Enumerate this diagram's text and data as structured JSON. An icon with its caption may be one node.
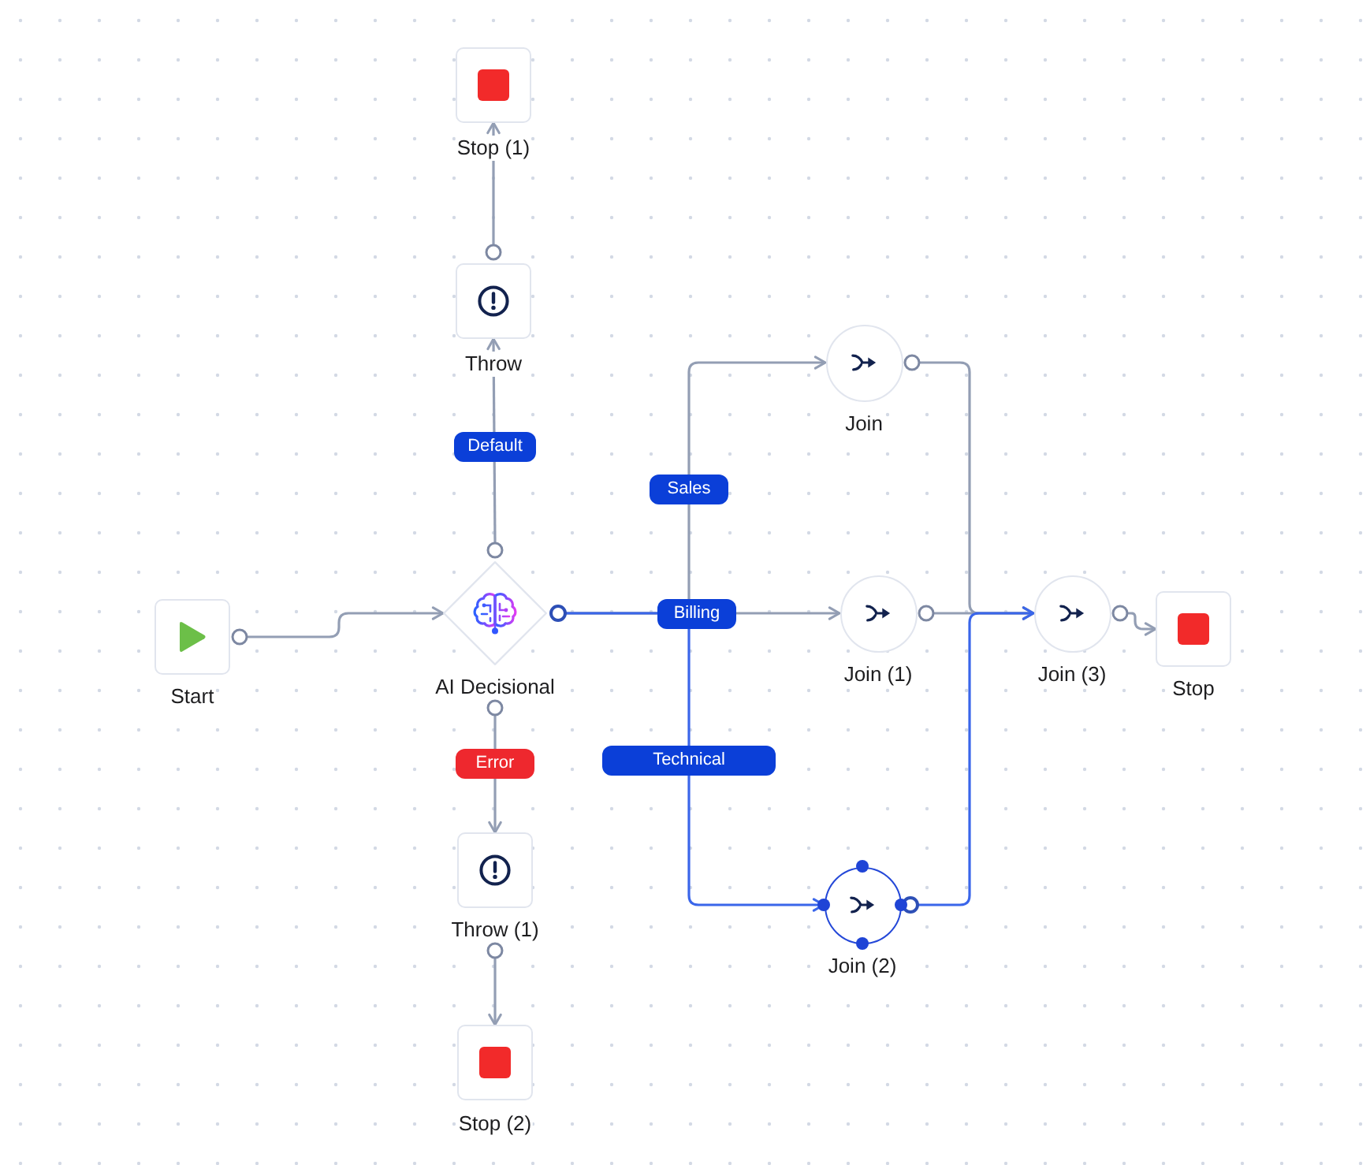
{
  "diagram": {
    "nodes": [
      {
        "text": [
          "Start"
        ]
      },
      {
        "text": [
          "AI Decisional"
        ]
      },
      {
        "text": [
          "Throw"
        ]
      },
      {
        "text": [
          "Stop (1)"
        ]
      },
      {
        "text": [
          "Throw (1)"
        ]
      },
      {
        "text": [
          "Stop (2)"
        ]
      },
      {
        "text": [
          "Join"
        ]
      },
      {
        "text": [
          "Join (1)"
        ]
      },
      {
        "text": [
          "Join (2)"
        ]
      },
      {
        "text": [
          "Join (3)"
        ]
      },
      {
        "text": [
          "Stop"
        ]
      }
    ],
    "edges": [
      {
        "from": 0,
        "to": 1,
        "arrow": "to"
      },
      {
        "from": 1,
        "to": 2,
        "arrow": "to",
        "label": "Default"
      },
      {
        "from": 2,
        "to": 3,
        "arrow": "to"
      },
      {
        "from": 1,
        "to": 4,
        "arrow": "to",
        "label": "Error"
      },
      {
        "from": 4,
        "to": 5,
        "arrow": "to"
      },
      {
        "from": 1,
        "to": 6,
        "arrow": "to",
        "label": "Sales"
      },
      {
        "from": 1,
        "to": 7,
        "arrow": "to",
        "label": "Billing"
      },
      {
        "from": 1,
        "to": 8,
        "arrow": "to",
        "label": "Technical",
        "color": "#3a66ea"
      },
      {
        "from": 6,
        "to": 9,
        "arrow": "to"
      },
      {
        "from": 7,
        "to": 9,
        "arrow": "to"
      },
      {
        "from": 8,
        "to": 9,
        "arrow": "to",
        "color": "#3a66ea"
      },
      {
        "from": 9,
        "to": 10,
        "arrow": "to"
      }
    ]
  }
}
